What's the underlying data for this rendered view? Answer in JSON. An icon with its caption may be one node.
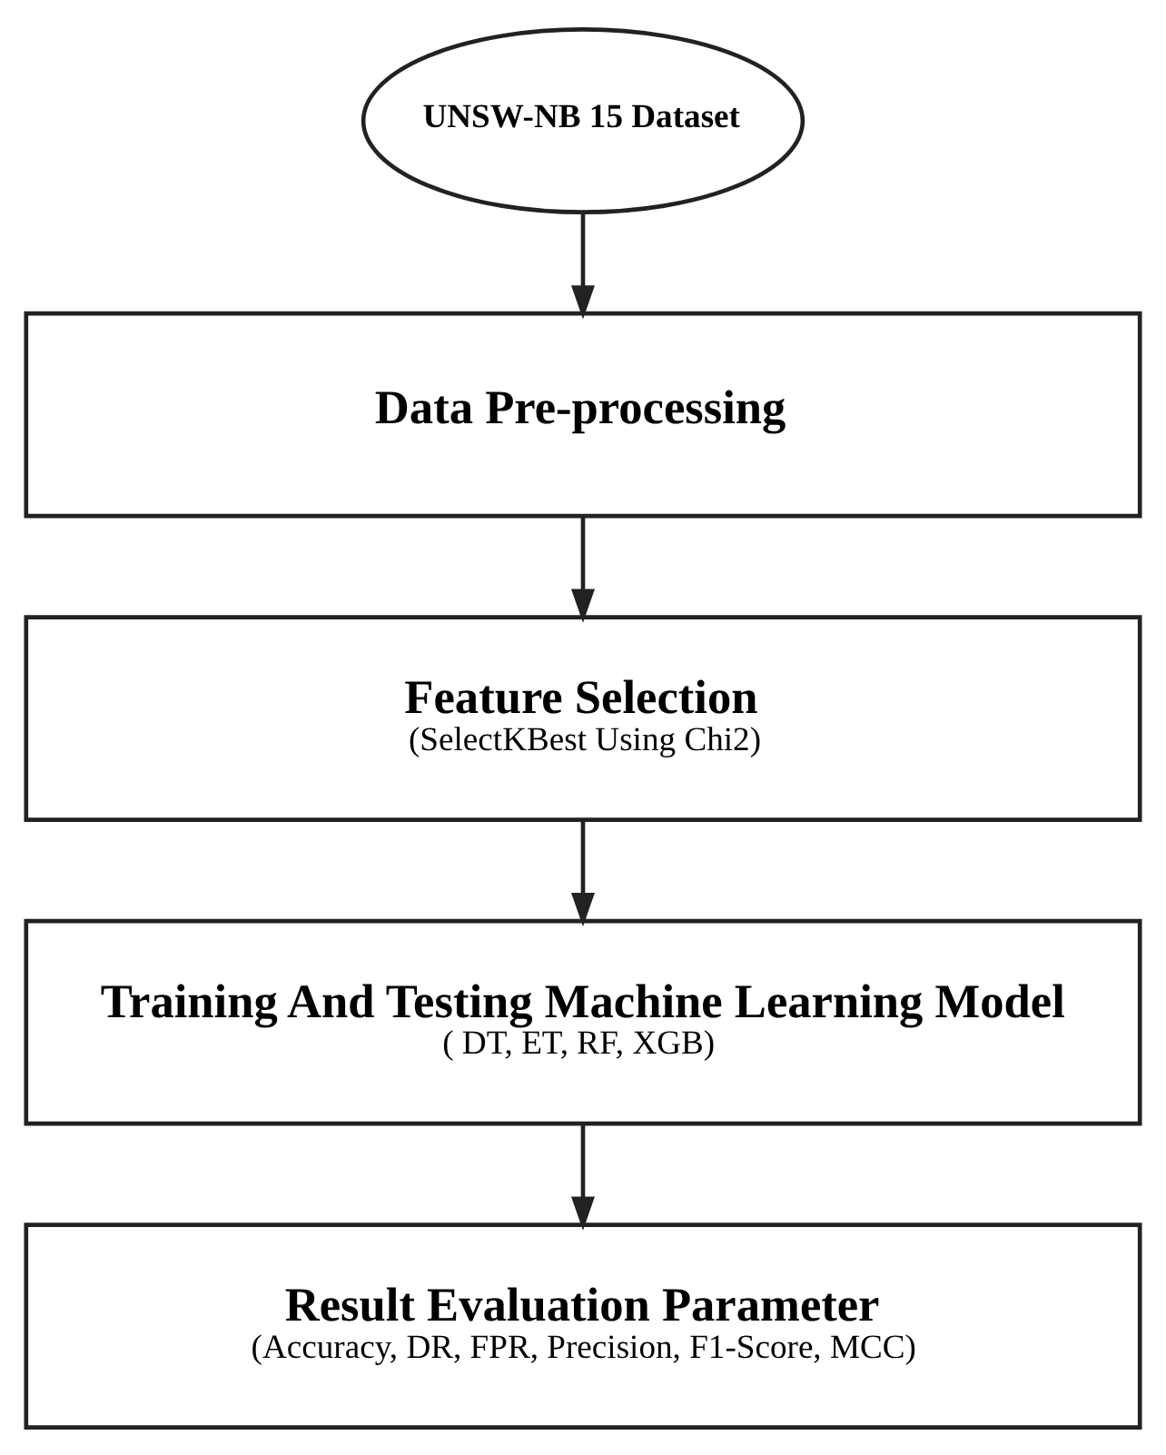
{
  "diagram": {
    "nodes": [
      {
        "text": [
          "UNSW-NB 15 Dataset"
        ]
      },
      {
        "text": [
          "Data Pre-processing"
        ]
      },
      {
        "text": [
          "Feature Selection",
          "(SelectKBest Using Chi2)"
        ]
      },
      {
        "text": [
          "Training And Testing Machine Learning Model",
          "( DT, ET, RF, XGB)"
        ]
      },
      {
        "text": [
          "Result Evaluation Parameter",
          "(Accuracy, DR, FPR, Precision, F1-Score, MCC)"
        ]
      }
    ],
    "edges": [
      {
        "from": 0,
        "to": 1,
        "arrow": "to"
      },
      {
        "from": 1,
        "to": 2,
        "arrow": "to"
      },
      {
        "from": 2,
        "to": 3,
        "arrow": "to"
      },
      {
        "from": 3,
        "to": 4,
        "arrow": "to"
      }
    ]
  }
}
